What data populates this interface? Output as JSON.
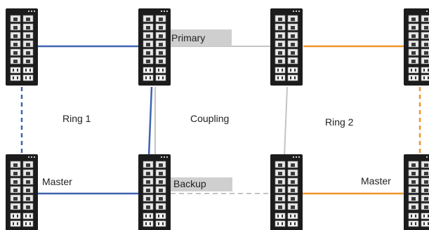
{
  "labels": {
    "primary": "Primary",
    "backup": "Backup",
    "ring1": "Ring 1",
    "ring2": "Ring 2",
    "coupling": "Coupling",
    "master_left": "Master",
    "master_right": "Master"
  },
  "colors": {
    "ring1": "#3f63b0",
    "ring2": "#f0962a",
    "coupling": "#c4c4c4",
    "tag_background": "#cfcfcf",
    "switch_body": "#1c1c1c"
  },
  "switches": [
    {
      "name": "switch-ring1-top-left"
    },
    {
      "name": "switch-ring1-top-right"
    },
    {
      "name": "switch-ring2-top-left"
    },
    {
      "name": "switch-ring2-top-right"
    },
    {
      "name": "switch-ring1-bottom-left"
    },
    {
      "name": "switch-ring1-bottom-right"
    },
    {
      "name": "switch-ring2-bottom-left"
    },
    {
      "name": "switch-ring2-bottom-right"
    }
  ]
}
